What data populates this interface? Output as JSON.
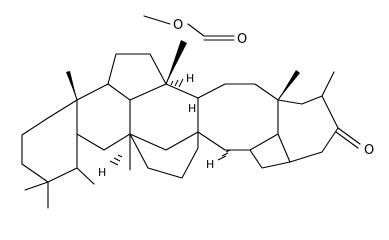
{
  "structure": {
    "atom_labels": [
      {
        "id": "ester-oxygen",
        "text": "O"
      },
      {
        "id": "carbonyl-oxygen",
        "text": "O"
      },
      {
        "id": "ketone-oxygen",
        "text": "O"
      },
      {
        "id": "h-c14",
        "text": "H"
      },
      {
        "id": "h-c13",
        "text": "H"
      },
      {
        "id": "h-c8",
        "text": "H"
      },
      {
        "id": "h-c18",
        "text": "H"
      }
    ],
    "colors": {
      "ink": "#000000",
      "background": "#ffffff"
    }
  }
}
